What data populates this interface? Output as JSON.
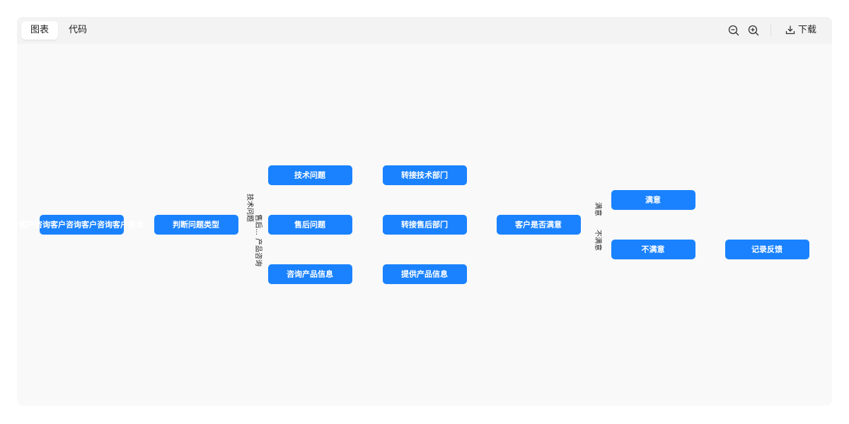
{
  "tabs": {
    "chart": "图表",
    "code": "代码"
  },
  "toolbar": {
    "zoom_out_icon": "zoom-out-icon",
    "zoom_in_icon": "zoom-in-icon",
    "download_label": "下载"
  },
  "colors": {
    "node_fill": "#1a82ff",
    "node_text": "#ffffff",
    "canvas": "#f9f9f9"
  },
  "flowchart": {
    "nodes": {
      "start": "客户咨询客户咨询客户咨询客户咨询",
      "judge": "判断问题类型",
      "tech": "技术问题",
      "after": "售后问题",
      "product": "咨询产品信息",
      "to_tech": "转接技术部门",
      "to_after": "转接售后部门",
      "provide": "提供产品信息",
      "satisfied_q": "客户是否满意",
      "satisfied": "满意",
      "unsatisfied": "不满意",
      "record": "记录反馈"
    },
    "edge_labels": {
      "tech": "技术问题",
      "after": "售后...",
      "product": "产品咨询",
      "satisfied": "满意",
      "unsatisfied": "不满意"
    }
  }
}
